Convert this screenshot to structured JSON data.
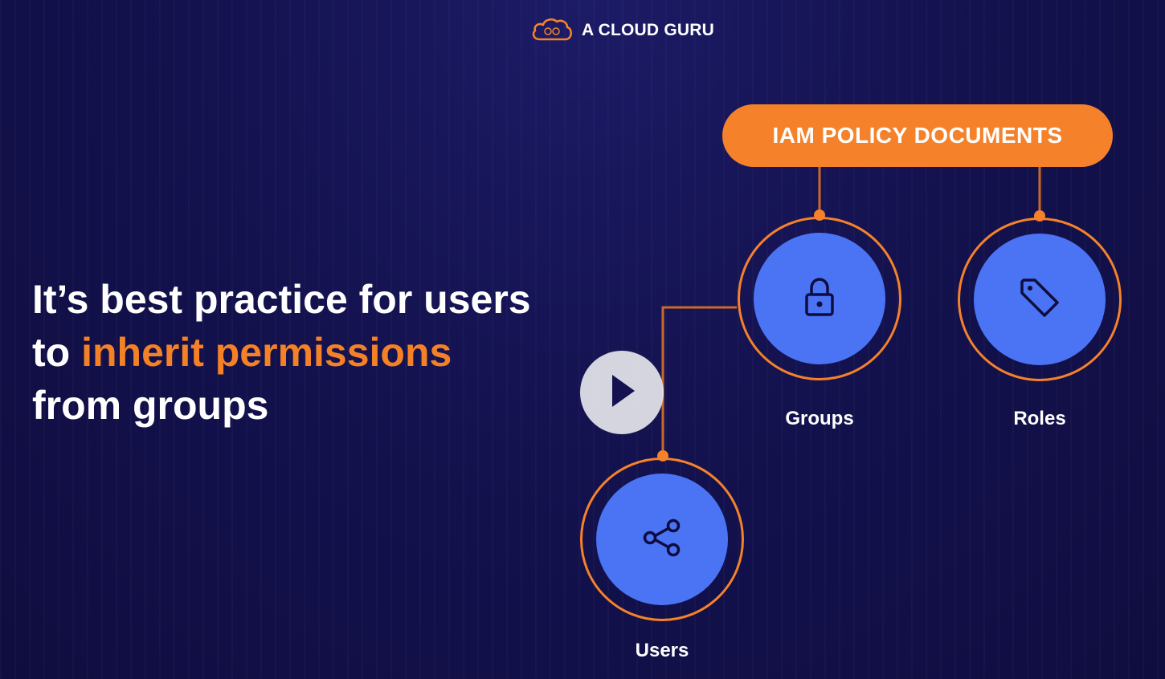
{
  "brand": {
    "name": "A CLOUD GURU",
    "logo_icon": "cloud-logo-icon"
  },
  "headline": {
    "line1": "It’s best practice for users",
    "line2_prefix": "to ",
    "line2_accent": "inherit permissions",
    "line3": "from groups"
  },
  "diagram": {
    "root_label": "IAM POLICY DOCUMENTS",
    "nodes": {
      "groups": {
        "label": "Groups",
        "icon": "lock-icon"
      },
      "roles": {
        "label": "Roles",
        "icon": "tag-icon"
      },
      "users": {
        "label": "Users",
        "icon": "share-icon"
      }
    }
  },
  "player": {
    "play_icon": "play-icon"
  },
  "colors": {
    "background": "#14124f",
    "accent": "#f5822a",
    "node_fill": "#4a74f4",
    "text": "#ffffff"
  }
}
